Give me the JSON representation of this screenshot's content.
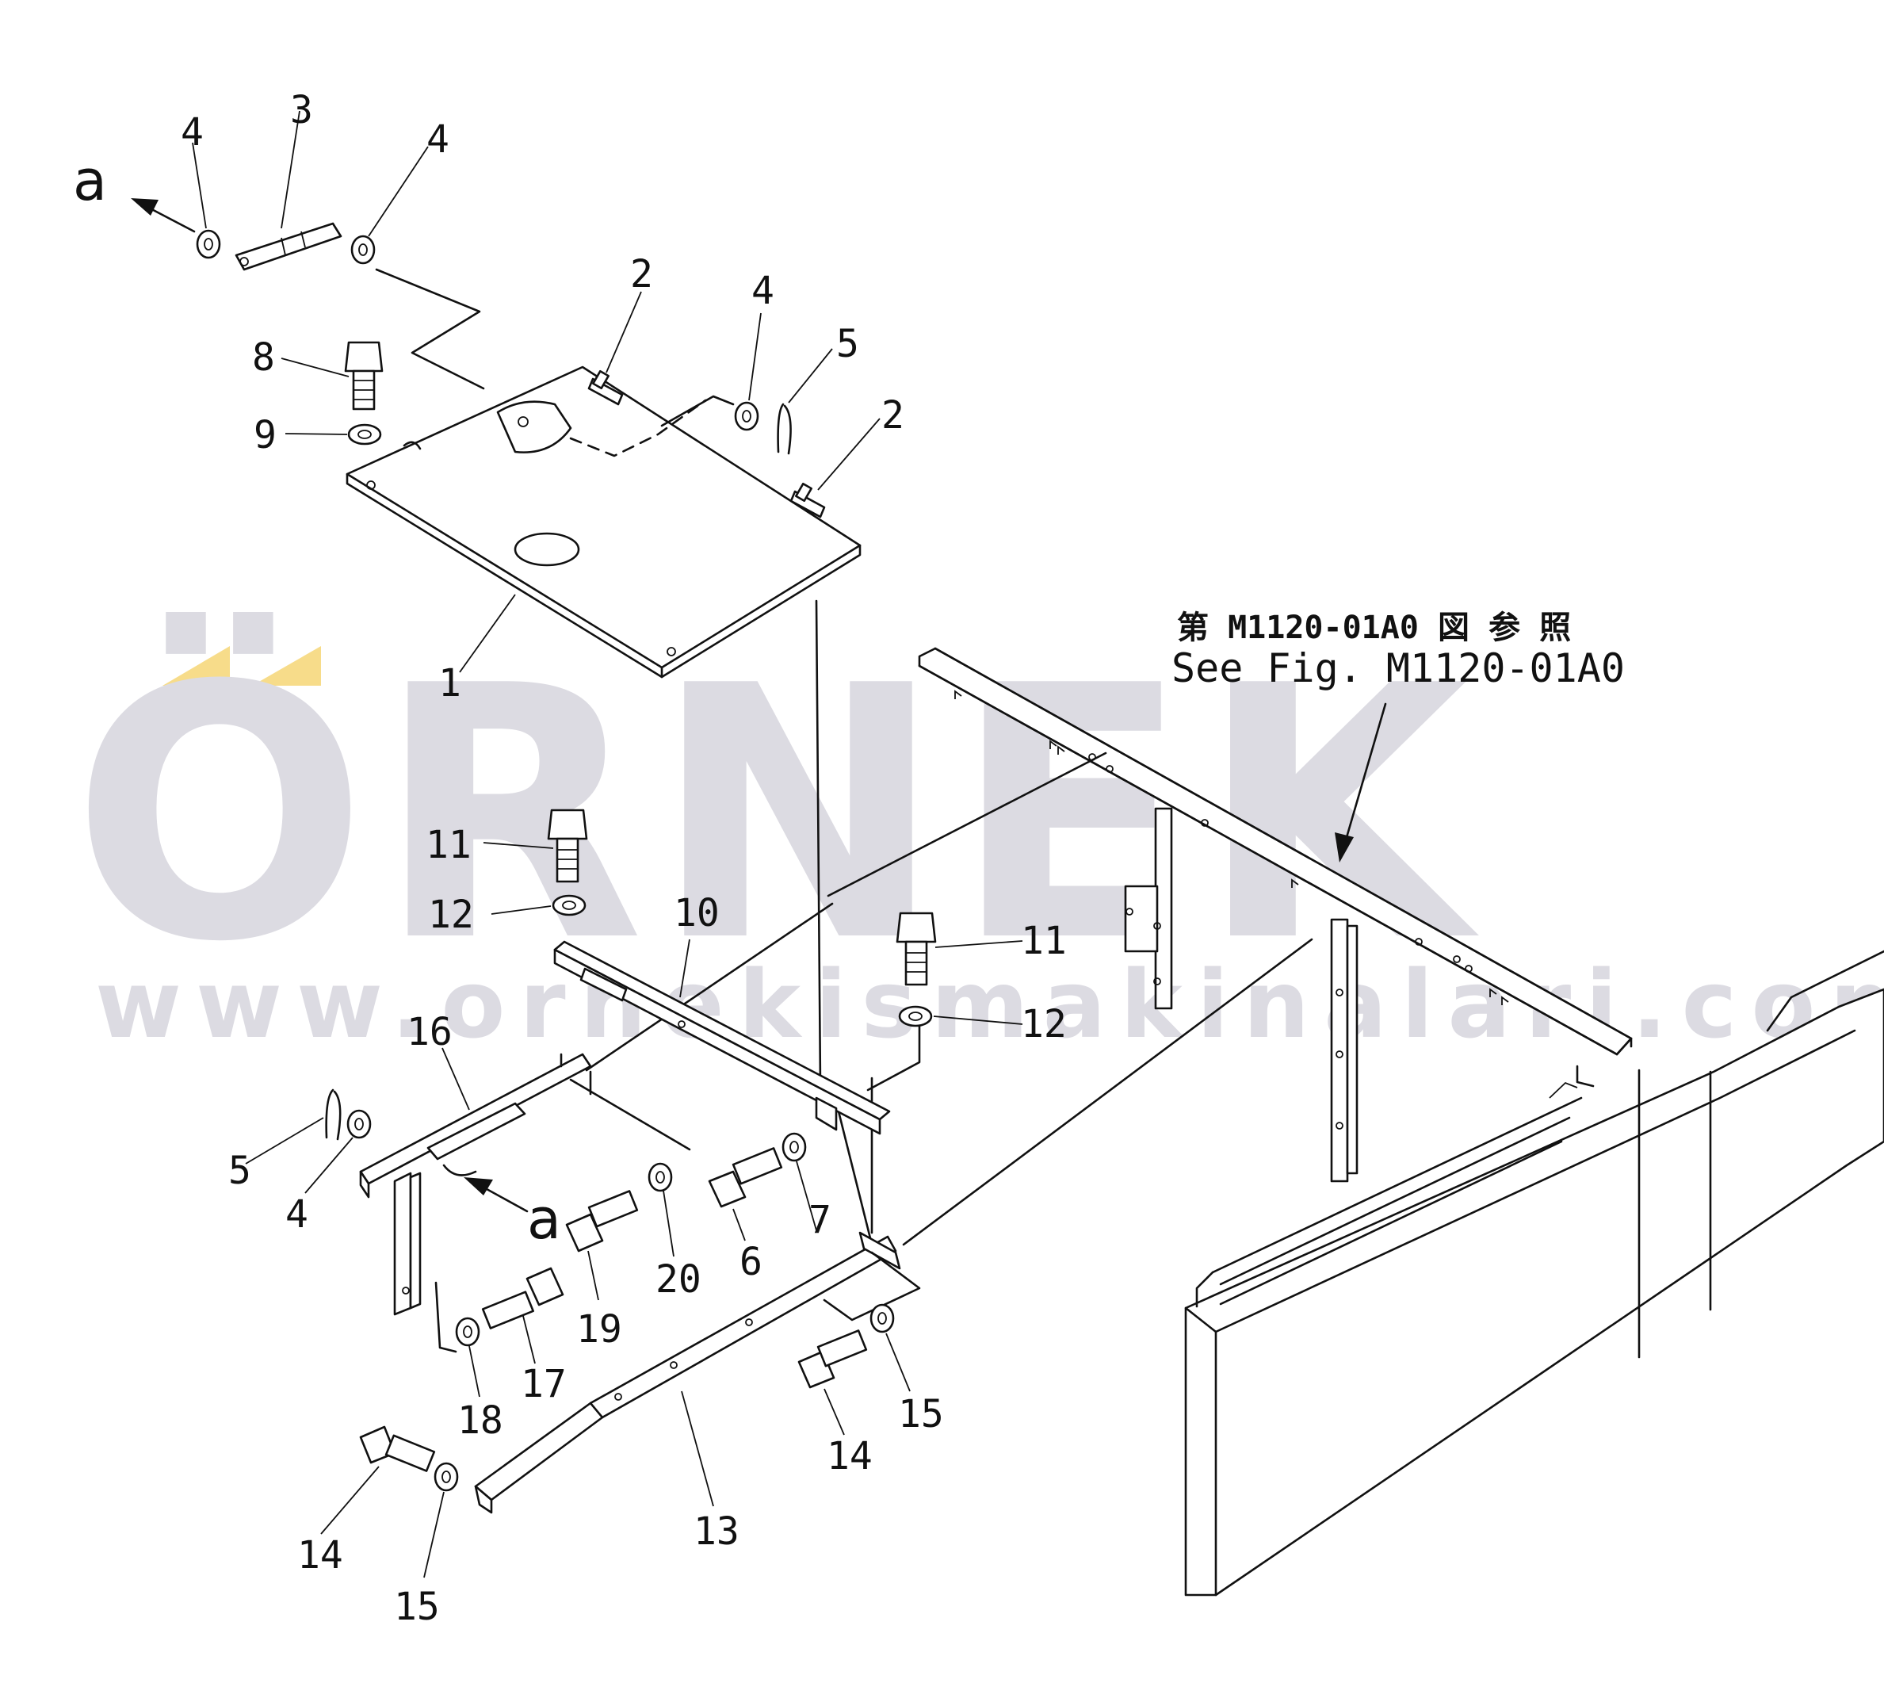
{
  "watermark": {
    "brand": "ÖRNEK",
    "url": "www.ornekismakinalari.com.tr",
    "accent_color": "#f7dc8a",
    "text_color": "#dcdbe2"
  },
  "reference": {
    "japanese": "第 M1120-01A0 図 参 照",
    "english": "See Fig. M1120-01A0"
  },
  "arrow_labels": [
    "a",
    "a"
  ],
  "callouts": [
    "1",
    "2",
    "2",
    "3",
    "4",
    "4",
    "4",
    "4",
    "5",
    "5",
    "6",
    "7",
    "8",
    "9",
    "10",
    "11",
    "11",
    "12",
    "12",
    "13",
    "14",
    "14",
    "15",
    "15",
    "16",
    "17",
    "18",
    "19",
    "20"
  ]
}
